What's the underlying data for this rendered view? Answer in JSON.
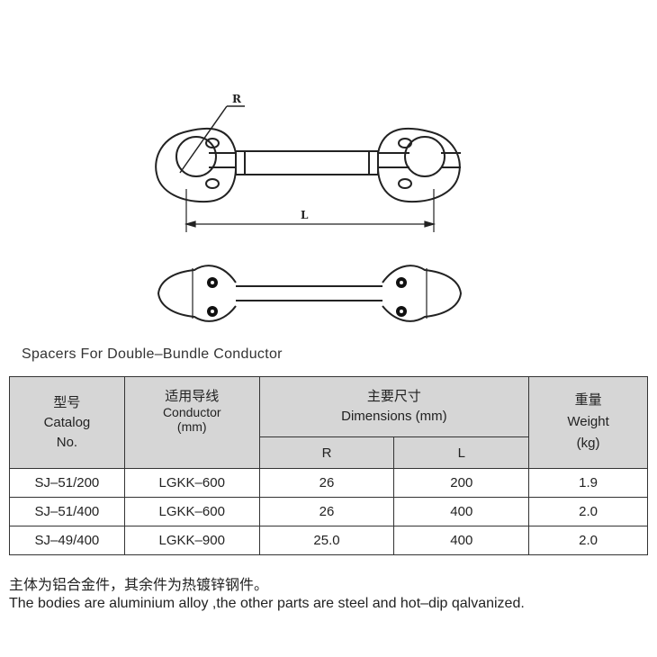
{
  "drawing": {
    "label_r": "R",
    "label_l": "L"
  },
  "caption": "Spacers For Double–Bundle Conductor",
  "table": {
    "headers": {
      "catalog": {
        "cn": "型号",
        "en1": "Catalog",
        "en2": "No."
      },
      "conductor": {
        "cn": "适用导线",
        "en1": "Conductor",
        "en2": "(mm)"
      },
      "dimensions": {
        "cn": "主要尺寸",
        "en": "Dimensions (mm)"
      },
      "r": "R",
      "l": "L",
      "weight": {
        "cn": "重量",
        "en1": "Weight",
        "en2": "(kg)"
      }
    },
    "rows": [
      {
        "catalog": "SJ–51/200",
        "conductor": "LGKK–600",
        "r": "26",
        "l": "200",
        "weight": "1.9"
      },
      {
        "catalog": "SJ–51/400",
        "conductor": "LGKK–600",
        "r": "26",
        "l": "400",
        "weight": "2.0"
      },
      {
        "catalog": "SJ–49/400",
        "conductor": "LGKK–900",
        "r": "25.0",
        "l": "400",
        "weight": "2.0"
      }
    ]
  },
  "notes": {
    "cn": "主体为铝合金件，其余件为热镀锌钢件。",
    "en": "The bodies are aluminium alloy ,the other parts are steel and hot–dip qalvanized."
  }
}
